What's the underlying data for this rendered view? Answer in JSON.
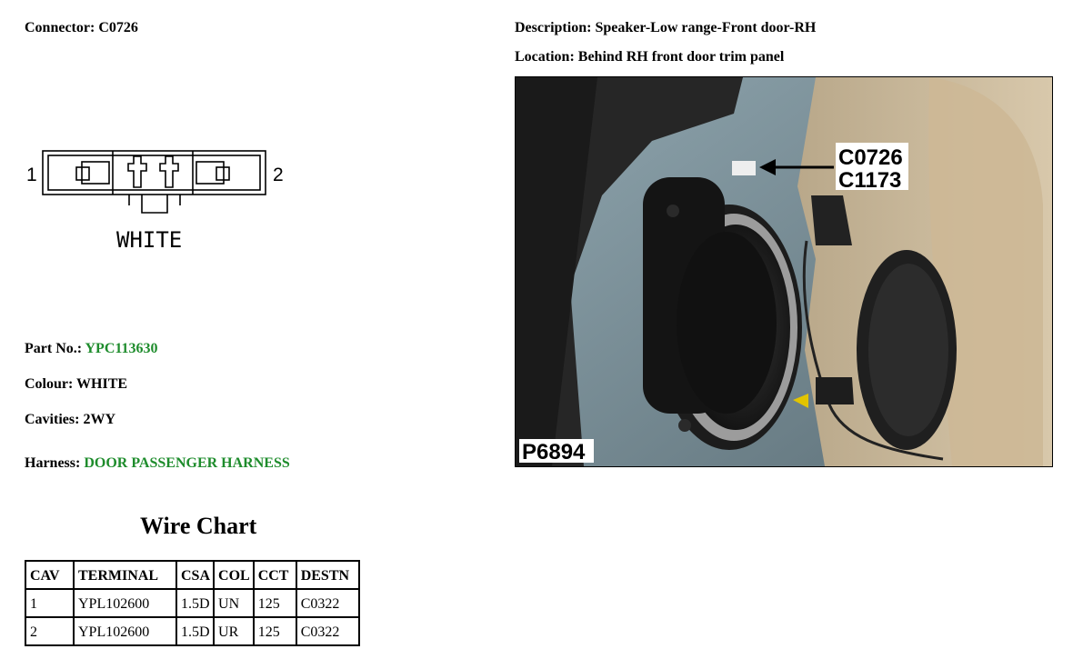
{
  "connector": {
    "label": "Connector:",
    "value": "C0726"
  },
  "description": {
    "label": "Description:",
    "value": "Speaker-Low range-Front door-RH"
  },
  "location": {
    "label": "Location:",
    "value": "Behind RH front door trim panel"
  },
  "diagram": {
    "pin1": "1",
    "pin2": "2",
    "colour_text": "WHITE"
  },
  "photo": {
    "callout_1": "C0726",
    "callout_2": "C1173",
    "photo_id": "P6894"
  },
  "part": {
    "label": "Part No.:",
    "value": "YPC113630"
  },
  "colour": {
    "label": "Colour:",
    "value": "WHITE"
  },
  "cavities": {
    "label": "Cavities:",
    "value": "2WY"
  },
  "harness": {
    "label": "Harness:",
    "value": "DOOR PASSENGER HARNESS"
  },
  "colors": {
    "green": "#1e8c2c"
  },
  "wire_chart": {
    "title": "Wire Chart",
    "headers": [
      "CAV",
      "TERMINAL",
      "CSA",
      "COL",
      "CCT",
      "DESTN"
    ],
    "rows": [
      [
        "1",
        "YPL102600",
        "1.5D",
        "UN",
        "125",
        "C0322"
      ],
      [
        "2",
        "YPL102600",
        "1.5D",
        "UR",
        "125",
        "C0322"
      ]
    ]
  }
}
